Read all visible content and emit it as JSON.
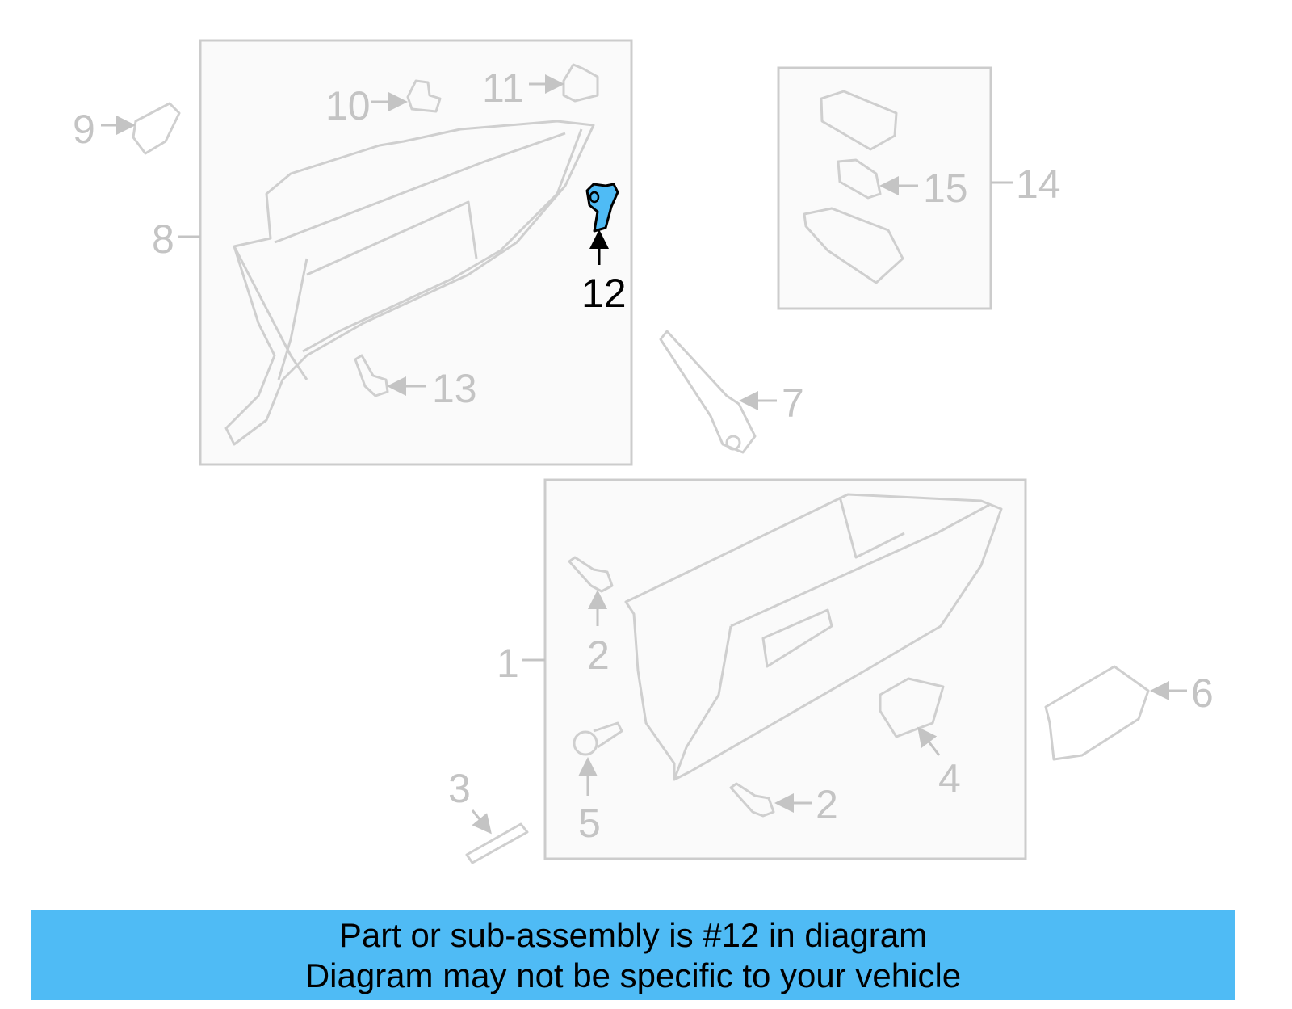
{
  "diagram": {
    "callouts": {
      "c1": "1",
      "c2a": "2",
      "c2b": "2",
      "c3": "3",
      "c4": "4",
      "c5": "5",
      "c6": "6",
      "c7": "7",
      "c8": "8",
      "c9": "9",
      "c10": "10",
      "c11": "11",
      "c12": "12",
      "c13": "13",
      "c14": "14",
      "c15": "15"
    },
    "highlighted_part": "12",
    "highlight_color": "#4fbbf5",
    "callout_color": "#c4c4c4"
  },
  "banner": {
    "line1": "Part or sub-assembly is #12 in diagram",
    "line2": "Diagram may not be specific to your vehicle",
    "color": "#4fbbf5"
  }
}
